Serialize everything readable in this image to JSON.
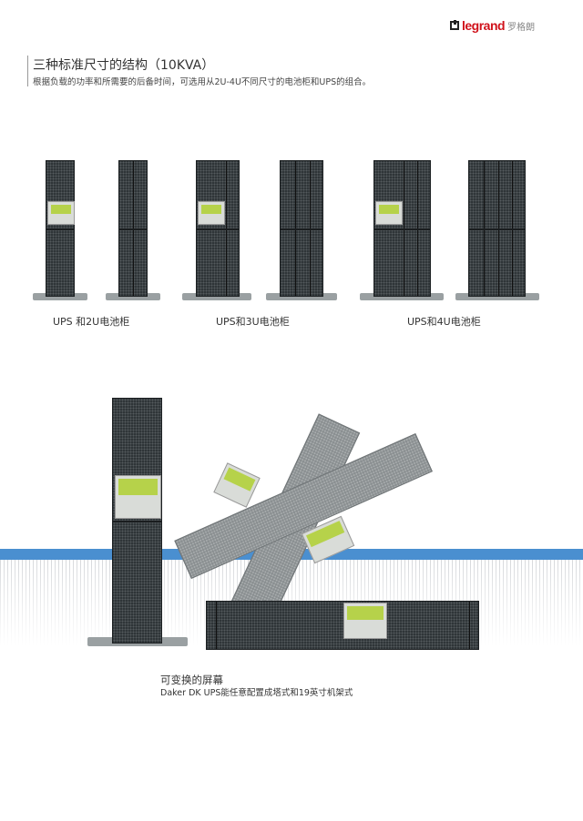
{
  "brand": {
    "name": "legrand",
    "suffix": "罗格朗",
    "accent": "#d0121b"
  },
  "header": {
    "title": "三种标准尺寸的结构（10KVA）",
    "subtitle": "根据负载的功率和所需要的后备时间，可选用从2U-4U不同尺寸的电池柜和UPS的组合。"
  },
  "configs": [
    {
      "label": "UPS 和2U电池柜"
    },
    {
      "label": "UPS和3U电池柜"
    },
    {
      "label": "UPS和4U电池柜"
    }
  ],
  "feature": {
    "title": "可变换的屏幕",
    "description": "Daker DK UPS能任意配置成塔式和19英寸机架式"
  },
  "colors": {
    "band": "#4a8fd0",
    "unit": "#2f3538",
    "lcd": "#b6d24a"
  }
}
